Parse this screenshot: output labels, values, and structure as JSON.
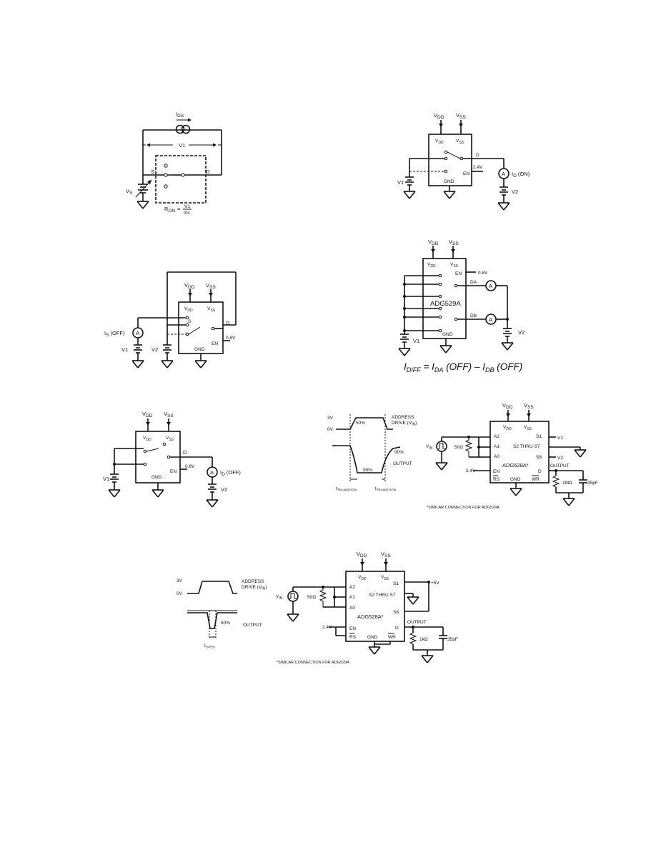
{
  "figures": {
    "ron": {
      "ids": "I",
      "ids_sub": "DS",
      "v1": "V1",
      "s": "S",
      "d": "D",
      "vs": "V",
      "vs_sub": "S",
      "ron": "R",
      "ron_sub": "ON",
      "eq": "=",
      "frac_num": "V1",
      "frac_den": "I",
      "frac_den_sub": "DS"
    },
    "ion": {
      "vdd": "V",
      "vdd_sub": "DD",
      "vss": "V",
      "vss_sub": "SS",
      "d": "D",
      "en_v": "2.4V",
      "en": "EN",
      "gnd": "GND",
      "a": "A",
      "id": "I",
      "id_sub": "D",
      "id_suffix": " (ON)",
      "v1": "V1",
      "v2": "V2"
    },
    "isoff": {
      "vdd": "V",
      "vdd_sub": "DD",
      "vss": "V",
      "vss_sub": "SS",
      "d": "D",
      "s": "S",
      "en": "EN",
      "en_v": "0.8V",
      "gnd": "GND",
      "a": "A",
      "is": "I",
      "is_sub": "S",
      "is_suffix": " (OFF)",
      "v1": "V1",
      "v2": "V2"
    },
    "idiff": {
      "vdd": "V",
      "vdd_sub": "DD",
      "vss": "V",
      "vss_sub": "SS",
      "en": "EN",
      "en_v": "0.8V",
      "da": "DA",
      "db": "DB",
      "chip": "ADG529A",
      "gnd": "GND",
      "a": "A",
      "v1": "V1",
      "v2": "V2",
      "i_diff": "I",
      "i_diff_sub": "DIFF",
      "eq": " = ",
      "i_da": "I",
      "i_da_sub": "DA",
      "off1": " (OFF) – ",
      "i_db": "I",
      "i_db_sub": "DB",
      "off2": " (OFF)"
    },
    "idoff": {
      "vdd": "V",
      "vdd_sub": "DD",
      "vss": "V",
      "vss_sub": "SS",
      "d": "D",
      "en": "EN",
      "en_v": "0.8V",
      "gnd": "GND",
      "a": "A",
      "id": "I",
      "id_sub": "D",
      "id_suffix": " (OFF)",
      "v1": "V1",
      "v2": "V2"
    },
    "ttrans": {
      "wave": {
        "v3": "3V",
        "v0": "0V",
        "pct50": "50%",
        "addr": "ADDRESS",
        "drive": "DRIVE (V",
        "drive_sub": "IN",
        "drive_end": ")",
        "pct90a": "90%",
        "pct90b": "90%",
        "output": "OUTPUT",
        "t1": "t",
        "t1_sub": "TRANSITION",
        "t2": "t",
        "t2_sub": "TRANSITION"
      },
      "circuit": {
        "vdd": "V",
        "vdd_sub": "DD",
        "vss": "V",
        "vss_sub": "SS",
        "vin": "V",
        "vin_sub": "IN",
        "r50": "50Ω",
        "a2": "A2",
        "a1": "A1",
        "a0": "A0",
        "s1": "S1",
        "s2": "S2 THRU S7",
        "s8": "S8",
        "v1": "V1",
        "v2": "V2",
        "d": "D",
        "en_v": "2.4V",
        "en": "EN",
        "rs": "RS",
        "gnd": "GND",
        "wr": "WR",
        "chip": "ADG528A",
        "star": "*",
        "output": "OUTPUT",
        "r1m": "1MΩ",
        "c35": "35pF",
        "note": "*SIMILAR CONNECTION FOR ADG529A"
      }
    },
    "topen": {
      "wave": {
        "v3": "3V",
        "v0": "0V",
        "addr": "ADDRESS",
        "drive": "DRIVE (V",
        "drive_sub": "IN",
        "drive_end": ")",
        "pct50": "50%",
        "output": "OUTPUT",
        "t": "t",
        "t_sub": "OPEN"
      },
      "circuit": {
        "vdd": "V",
        "vdd_sub": "DD",
        "vss": "V",
        "vss_sub": "SS",
        "vin": "V",
        "vin_sub": "IN",
        "r50": "50Ω",
        "a2": "A2",
        "a1": "A1",
        "a0": "A0",
        "s1": "S1",
        "s2": "S2 THRU S7",
        "s8": "S8",
        "plus5": "+5V",
        "en_v": "2.4V",
        "en": "EN",
        "rs": "RS",
        "gnd": "GND",
        "wr": "WR",
        "chip": "ADG528A",
        "star": "*",
        "output": "OUTPUT",
        "r1k": "1kΩ",
        "c35": "35pF",
        "d": "D",
        "note": "*SIMILAR CONNECTION FOR ADG529A"
      }
    }
  }
}
